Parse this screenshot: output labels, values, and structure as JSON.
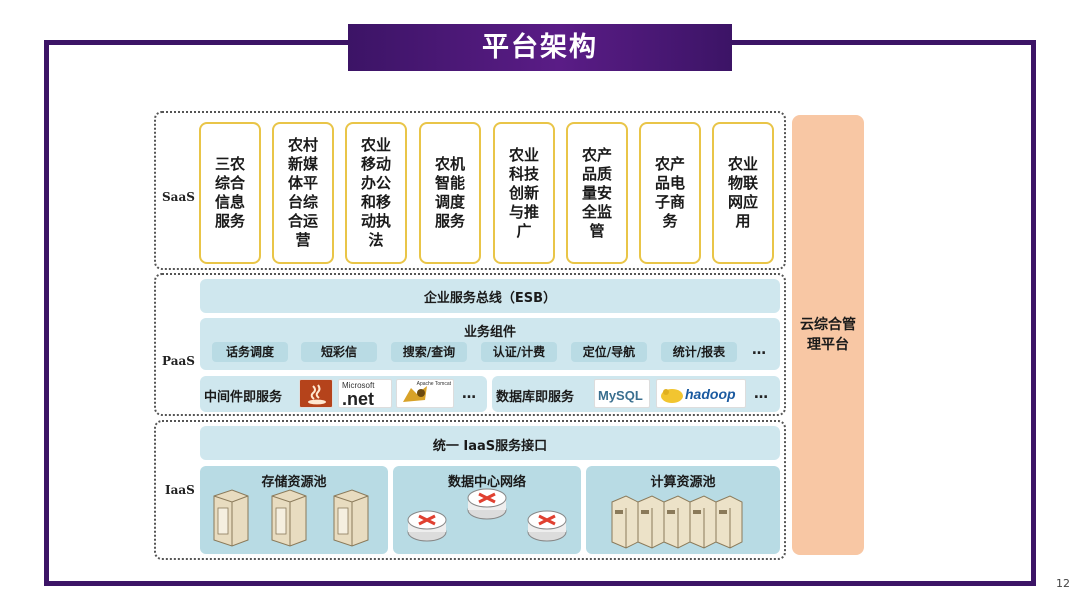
{
  "slide": {
    "title": "平台架构",
    "page_number": "12"
  },
  "layers": {
    "saas": "SaaS",
    "paas": "PaaS",
    "iaas": "IaaS"
  },
  "saas_services": [
    "三农综合信息服务",
    "农村新媒体平台综合运营",
    "农业移动办公和移动执法",
    "农机智能调度服务",
    "农业科技创新与推广",
    "农产品质量安全监管",
    "农产品电子商务",
    "农业物联网应用"
  ],
  "paas": {
    "esb": "企业服务总线（ESB）",
    "components_title": "业务组件",
    "components": [
      "话务调度",
      "短彩信",
      "搜索/查询",
      "认证/计费",
      "定位/导航",
      "统计/报表"
    ],
    "components_more": "…",
    "middleware_label": "中间件即服务",
    "middleware_logos": [
      "java-logo",
      "dotnet-logo",
      "tomcat-logo"
    ],
    "microsoft_text": "Microsoft",
    "net_text": ".net",
    "tomcat_text": "Apache Tomcat",
    "middleware_more": "…",
    "database_label": "数据库即服务",
    "database_logos": [
      "mysql-logo",
      "hadoop-logo"
    ],
    "mysql_text": "MySQL",
    "hadoop_text": "hadoop",
    "database_more": "…"
  },
  "iaas": {
    "interface": "统一 IaaS服务接口",
    "pools": [
      "存储资源池",
      "数据中心网络",
      "计算资源池"
    ]
  },
  "cloud_platform": "云综合管理平台",
  "colors": {
    "frame": "#3c1466",
    "bar": "#cfe7ee",
    "chip": "#b9dbe4",
    "pool": "#b8dbe4",
    "saas_border": "#e9c548",
    "cloud": "#f8c7a4",
    "router": "#e04030"
  }
}
